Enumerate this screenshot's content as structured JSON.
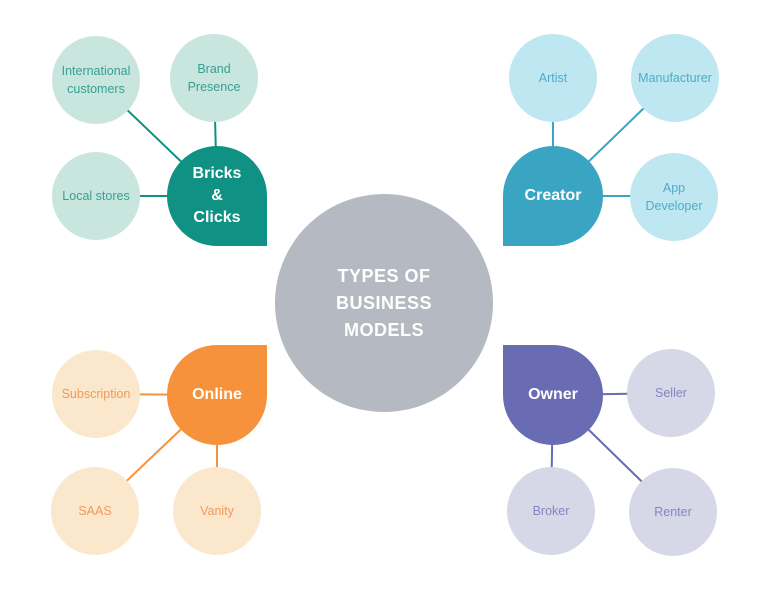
{
  "center": {
    "label": "TYPES OF BUSINESS MODELS",
    "fill": "#b5b9c1",
    "text_color": "#ffffff"
  },
  "groups": [
    {
      "name": "bricks-and-clicks",
      "accent_color": "#0f9183",
      "satellite_fill": "#c9e6de",
      "satellite_text_color": "#35a092",
      "node": {
        "label": "Bricks & Clicks"
      },
      "satellites": [
        {
          "label": "International customers"
        },
        {
          "label": "Brand Presence"
        },
        {
          "label": "Local stores"
        }
      ]
    },
    {
      "name": "creator",
      "accent_color": "#3aa5c2",
      "satellite_fill": "#bfe7f1",
      "satellite_text_color": "#4eacc8",
      "node": {
        "label": "Creator"
      },
      "satellites": [
        {
          "label": "Artist"
        },
        {
          "label": "Manufacturer"
        },
        {
          "label": "App Developer"
        }
      ]
    },
    {
      "name": "online",
      "accent_color": "#f6923c",
      "satellite_fill": "#fae7cc",
      "satellite_text_color": "#f19a5b",
      "node": {
        "label": "Online"
      },
      "satellites": [
        {
          "label": "Subscription"
        },
        {
          "label": "SAAS"
        },
        {
          "label": "Vanity"
        }
      ]
    },
    {
      "name": "owner",
      "accent_color": "#696bb3",
      "satellite_fill": "#d6d8e7",
      "satellite_text_color": "#8386bf",
      "node": {
        "label": "Owner"
      },
      "satellites": [
        {
          "label": "Seller"
        },
        {
          "label": "Broker"
        },
        {
          "label": "Renter"
        }
      ]
    }
  ]
}
